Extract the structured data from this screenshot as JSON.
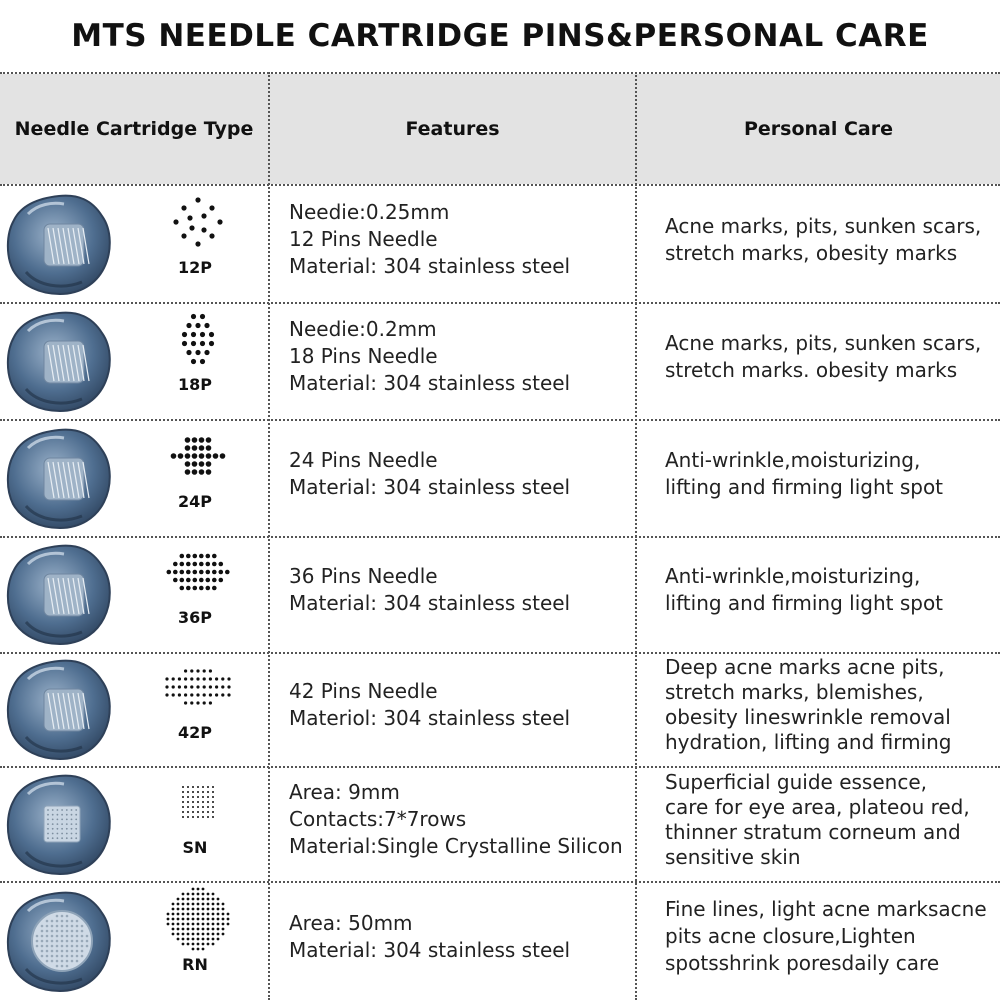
{
  "title": "MTS NEEDLE CARTRIDGE PINS&PERSONAL CARE",
  "headers": {
    "type": "Needle Cartridge Type",
    "features": "Features",
    "care": "Personal Care"
  },
  "rows": [
    {
      "label": "12P",
      "pattern": "dot-pattern-12",
      "features": [
        "Needie:0.25mm",
        "12 Pins Needle",
        "Material: 304 stainless steel"
      ],
      "care": [
        "Acne marks, pits, sunken scars,",
        "stretch marks, obesity marks"
      ]
    },
    {
      "label": "18P",
      "pattern": "dot-pattern-18",
      "features": [
        "Needie:0.2mm",
        "18 Pins Needle",
        "Material: 304 stainless steel"
      ],
      "care": [
        "Acne marks, pits, sunken scars,",
        "stretch marks. obesity marks"
      ]
    },
    {
      "label": "24P",
      "pattern": "dot-pattern-24",
      "features": [
        "24 Pins Needle",
        "Material: 304 stainless steel"
      ],
      "care": [
        "Anti-wrinkle,moisturizing,",
        "lifting and firming light spot"
      ]
    },
    {
      "label": "36P",
      "pattern": "dot-pattern-36",
      "features": [
        "36 Pins Needle",
        "Material: 304 stainless steel"
      ],
      "care": [
        "Anti-wrinkle,moisturizing,",
        "lifting and firming light spot"
      ]
    },
    {
      "label": "42P",
      "pattern": "dot-pattern-42",
      "features": [
        "42 Pins Needle",
        "Materiol: 304 stainless steel"
      ],
      "care": [
        "Deep acne marks acne pits,",
        "stretch marks, blemishes,",
        "obesity lineswrinkle removal",
        "hydration, lifting and firming"
      ]
    },
    {
      "label": "SN",
      "pattern": "dot-pattern-sn",
      "features": [
        "Area: 9mm",
        "Contacts:7*7rows",
        "Material:Single Crystalline Silicon"
      ],
      "care": [
        "Superficial guide essence,",
        "care for eye area, plateou red,",
        "thinner stratum corneum and",
        "sensitive skin"
      ]
    },
    {
      "label": "RN",
      "pattern": "dot-pattern-rn",
      "features": [
        "Area: 50mm",
        "Material: 304 stainless steel"
      ],
      "care": [
        "Fine lines, light acne marksacne",
        "pits acne closure,Lighten",
        "spotsshrink poresdaily care"
      ]
    }
  ],
  "colors": {
    "header_bg": "#e3e3e3",
    "cartridge_blue": "#4f6e90",
    "grid_line": "#555555"
  }
}
